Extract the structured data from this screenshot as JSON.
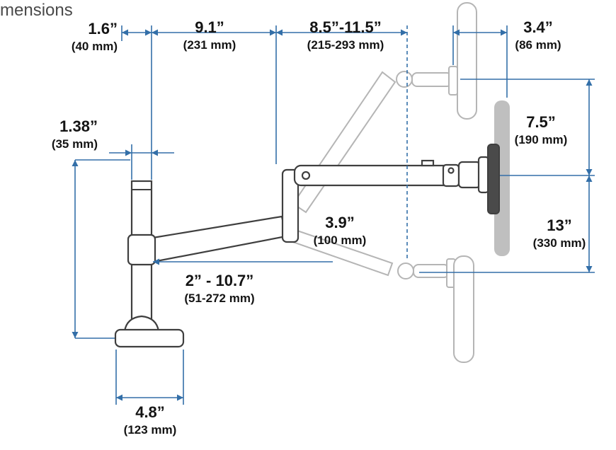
{
  "title_fragment": "mensions",
  "colors": {
    "dimension_blue": "#336fa8",
    "text_dark": "#141414",
    "ghost_gray": "#b5b5b5",
    "solid_gray": "#3f3f3f",
    "monitor_fill": "#bfbfbf",
    "title_gray": "#4a4a4a"
  },
  "dimensions": {
    "pole_offset": {
      "inches": "1.6”",
      "mm": "(40 mm)"
    },
    "lower_arm_reach": {
      "inches": "9.1”",
      "mm": "(231 mm)"
    },
    "upper_arm_reach": {
      "inches": "8.5”-11.5”",
      "mm": "(215-293 mm)"
    },
    "pivot_to_monitor": {
      "inches": "3.4”",
      "mm": "(86 mm)"
    },
    "pole_diameter": {
      "inches": "1.38”",
      "mm": "(35 mm)"
    },
    "raise_range": {
      "inches": "7.5”",
      "mm": "(190 mm)"
    },
    "lower_range": {
      "inches": "13”",
      "mm": "(330 mm)"
    },
    "drop_depth": {
      "inches": "3.9”",
      "mm": "(100 mm)"
    },
    "pole_height_range": {
      "inches": "2” - 10.7”",
      "mm": "(51-272 mm)"
    },
    "base_width": {
      "inches": "4.8”",
      "mm": "(123 mm)"
    }
  }
}
